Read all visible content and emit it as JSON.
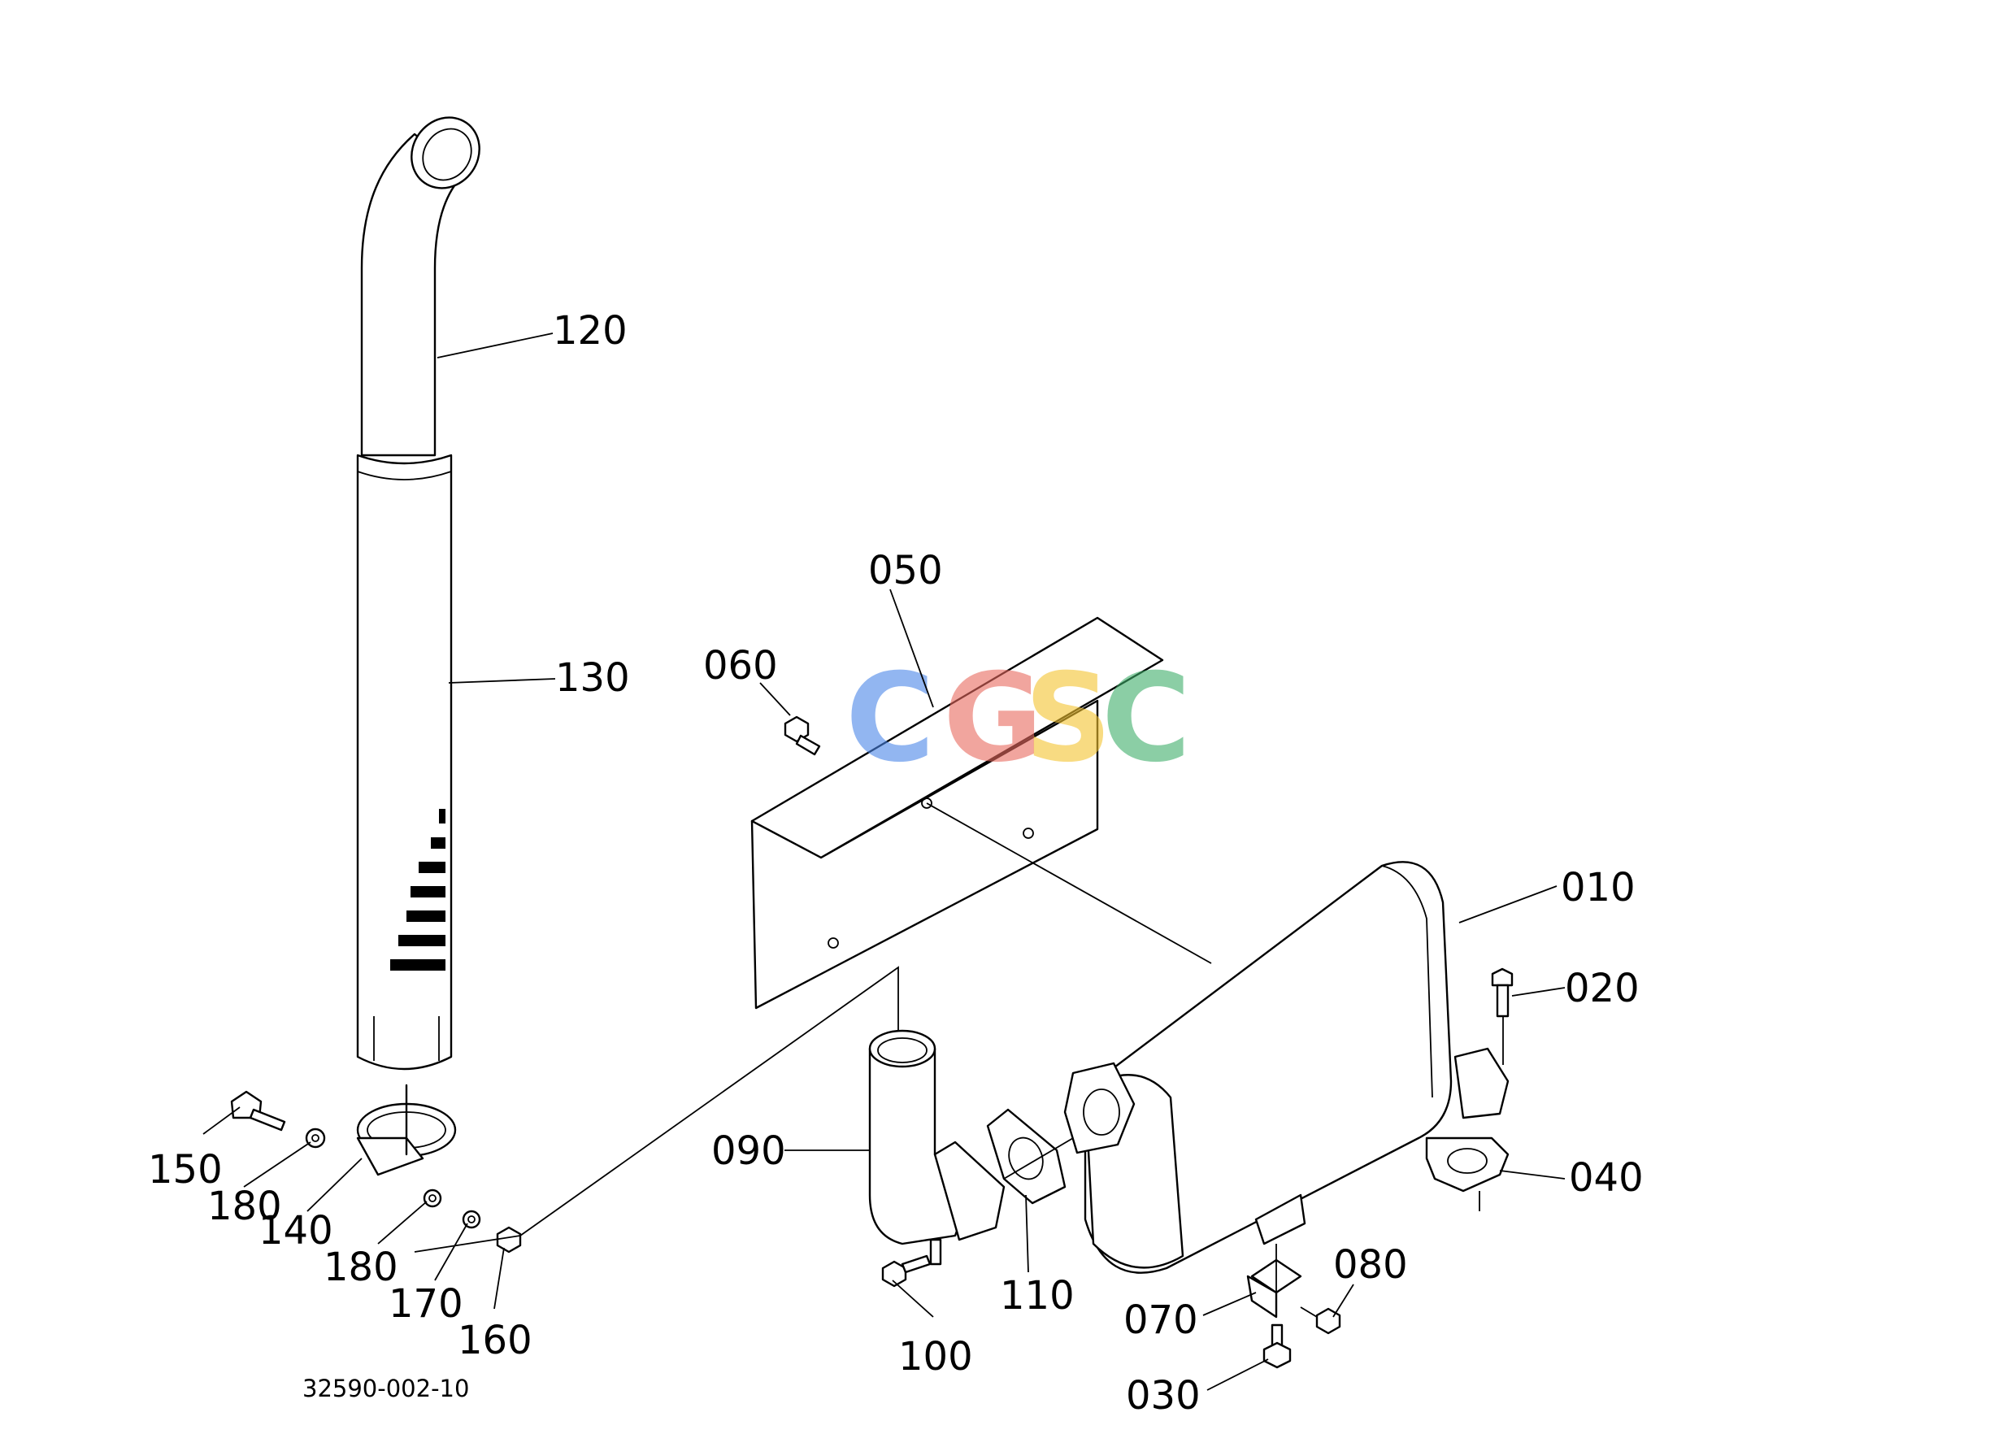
{
  "diagram": {
    "reference_code": "32590-002-10",
    "watermark": {
      "letters": [
        "C",
        "G",
        "S",
        "C"
      ],
      "colors": [
        "#4a86e8",
        "#e86a5f",
        "#f4c430",
        "#3fae6a"
      ]
    },
    "callouts": {
      "p010": "010",
      "p020": "020",
      "p030": "030",
      "p040": "040",
      "p050": "050",
      "p060": "060",
      "p070": "070",
      "p080": "080",
      "p090": "090",
      "p100": "100",
      "p110": "110",
      "p120": "120",
      "p130": "130",
      "p140": "140",
      "p150": "150",
      "p160": "160",
      "p170": "170",
      "p180a": "180",
      "p180b": "180"
    }
  }
}
